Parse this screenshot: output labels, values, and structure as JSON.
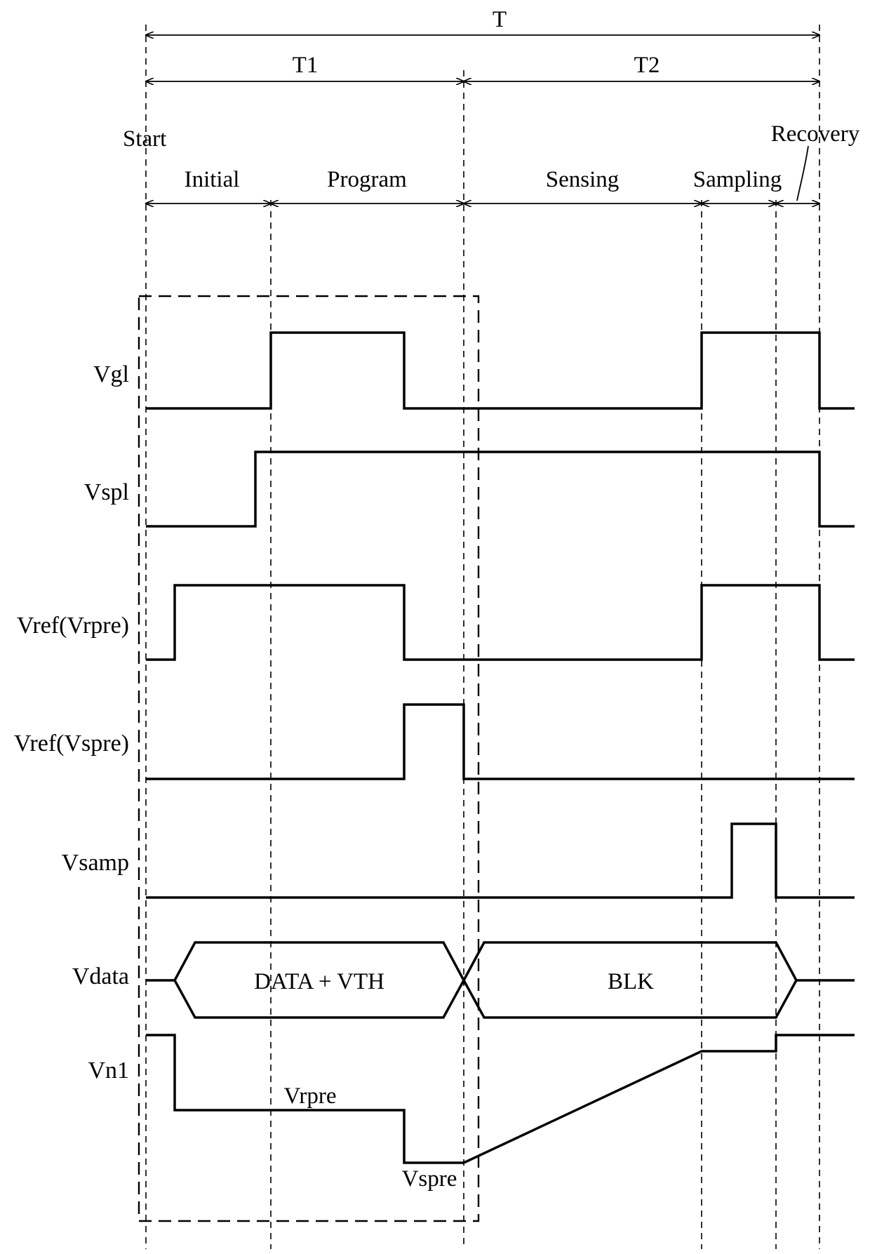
{
  "periods": {
    "total": "T",
    "first": "T1",
    "second": "T2"
  },
  "phases": {
    "start": "Start",
    "initial": "Initial",
    "program": "Program",
    "sensing": "Sensing",
    "sampling": "Sampling",
    "recovery": "Recovery"
  },
  "signals": {
    "vgl": "Vgl",
    "vspl": "Vspl",
    "vref_vrpre": "Vref(Vrpre)",
    "vref_vspre": "Vref(Vspre)",
    "vsamp": "Vsamp",
    "vdata": "Vdata",
    "vn1": "Vn1"
  },
  "data_bus": {
    "segment1": "DATA + VTH",
    "segment2": "BLK"
  },
  "node_levels": {
    "vrpre": "Vrpre",
    "vspre": "Vspre"
  }
}
